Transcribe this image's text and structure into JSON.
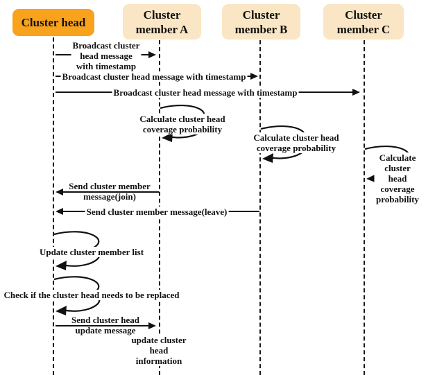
{
  "diagram": {
    "title": "Cluster head election sequence diagram",
    "colors": {
      "cluster_head_box": "#F8A21D",
      "cluster_member_box": "#FAE6C4",
      "line": "#111111",
      "background": "#FFFFFF"
    },
    "actors": [
      {
        "id": "cluster-head",
        "label": "Cluster head"
      },
      {
        "id": "cluster-member-a",
        "label": "Cluster\nmember A"
      },
      {
        "id": "cluster-member-b",
        "label": "Cluster\nmember B"
      },
      {
        "id": "cluster-member-c",
        "label": "Cluster\nmember C"
      }
    ],
    "messages": [
      {
        "from": "cluster-head",
        "to": "cluster-member-a",
        "kind": "arrow",
        "label": "Broadcast cluster\nhead message\nwith timestamp"
      },
      {
        "from": "cluster-head",
        "to": "cluster-member-b",
        "kind": "arrow",
        "label": "Broadcast cluster head message with timestamp"
      },
      {
        "from": "cluster-head",
        "to": "cluster-member-c",
        "kind": "arrow",
        "label": "Broadcast cluster head message with timestamp"
      },
      {
        "actor": "cluster-member-a",
        "kind": "self-loop",
        "label": "Calculate cluster head\ncoverage probability"
      },
      {
        "actor": "cluster-member-b",
        "kind": "self-loop",
        "label": "Calculate cluster head\ncoverage probability"
      },
      {
        "actor": "cluster-member-c",
        "kind": "self-loop",
        "label": "Calculate cluster head\ncoverage probability"
      },
      {
        "from": "cluster-member-a",
        "to": "cluster-head",
        "kind": "arrow",
        "label": "Send cluster member\nmessage(join)"
      },
      {
        "from": "cluster-member-b",
        "to": "cluster-head",
        "kind": "arrow",
        "label": "Send cluster member message(leave)"
      },
      {
        "actor": "cluster-head",
        "kind": "self-loop",
        "label": "Update cluster member list"
      },
      {
        "actor": "cluster-head",
        "kind": "self-loop",
        "label": "Check if the cluster head needs to be replaced"
      },
      {
        "from": "cluster-head",
        "to": "cluster-member-a",
        "kind": "arrow",
        "label": "Send cluster head\nupdate message"
      },
      {
        "actor": "cluster-member-a",
        "kind": "note",
        "label": "update cluster\nhead\ninformation"
      }
    ]
  }
}
